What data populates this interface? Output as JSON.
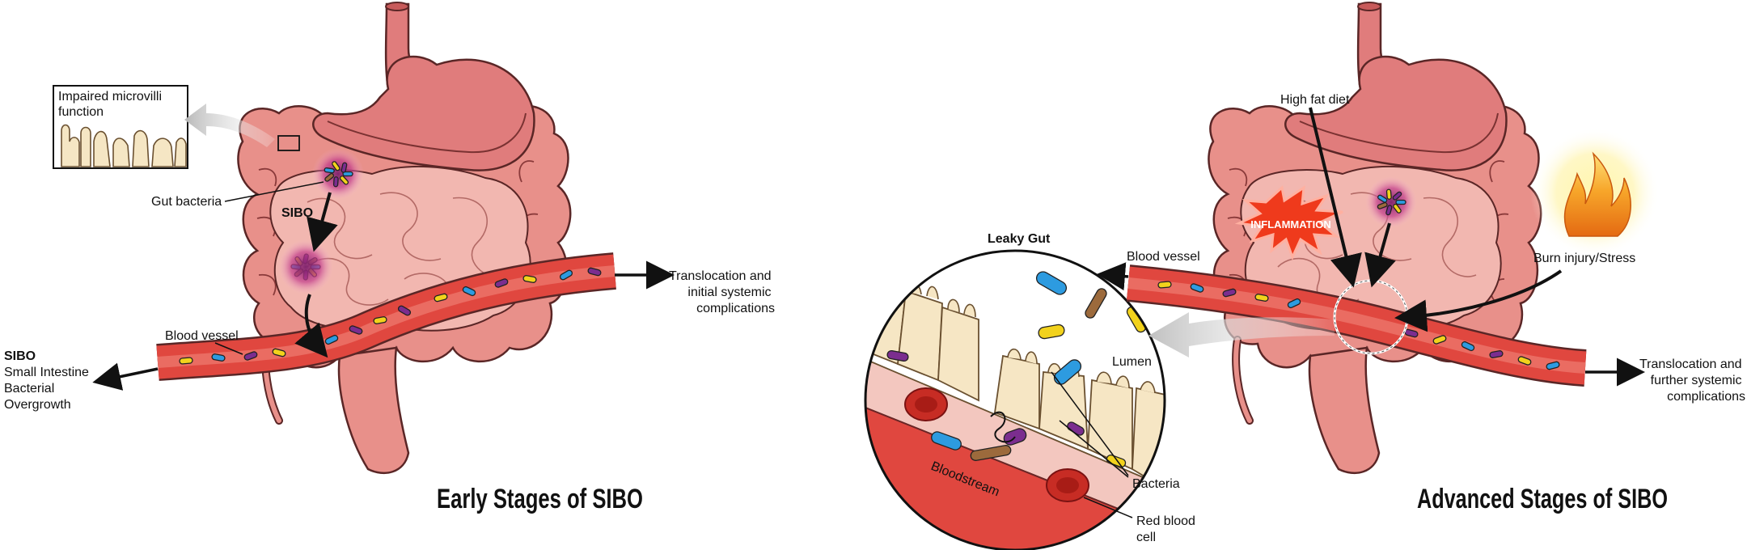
{
  "early": {
    "title": "Early Stages of SIBO",
    "impaired_line1": "Impaired microvilli",
    "impaired_line2": "function",
    "gut_bacteria": "Gut bacteria",
    "sibo_marker": "SIBO",
    "blood_vessel": "Blood vessel",
    "translocation_lines": [
      "Translocation and",
      "initial systemic",
      "complications"
    ],
    "sibo_legend": {
      "abbr": "SIBO",
      "lines": [
        "Small Intestine",
        "Bacterial",
        "Overgrowth"
      ]
    }
  },
  "leaky": {
    "title": "Leaky Gut",
    "lumen": "Lumen",
    "bloodstream": "Bloodstream",
    "bacteria": "Bacteria",
    "rbc_lines": [
      "Red blood",
      "cell"
    ]
  },
  "advanced": {
    "title": "Advanced Stages of SIBO",
    "high_fat": "High fat diet",
    "inflammation": "INFLAMMATION",
    "blood_vessel": "Blood vessel",
    "burn": "Burn injury/Stress",
    "translocation_lines": [
      "Translocation and",
      "further systemic",
      "complications"
    ]
  },
  "colors": {
    "organ_light": "#f2b7b0",
    "organ_mid": "#e8908a",
    "organ_dark": "#c96462",
    "stomach": "#e07c7c",
    "vessel": "#e0473f",
    "vessel_dark": "#b52a25",
    "bacteria": [
      "#2d9be0",
      "#f2d21c",
      "#7b2d8f",
      "#9c6a3c"
    ],
    "inflammation": "#ef3a1c"
  }
}
